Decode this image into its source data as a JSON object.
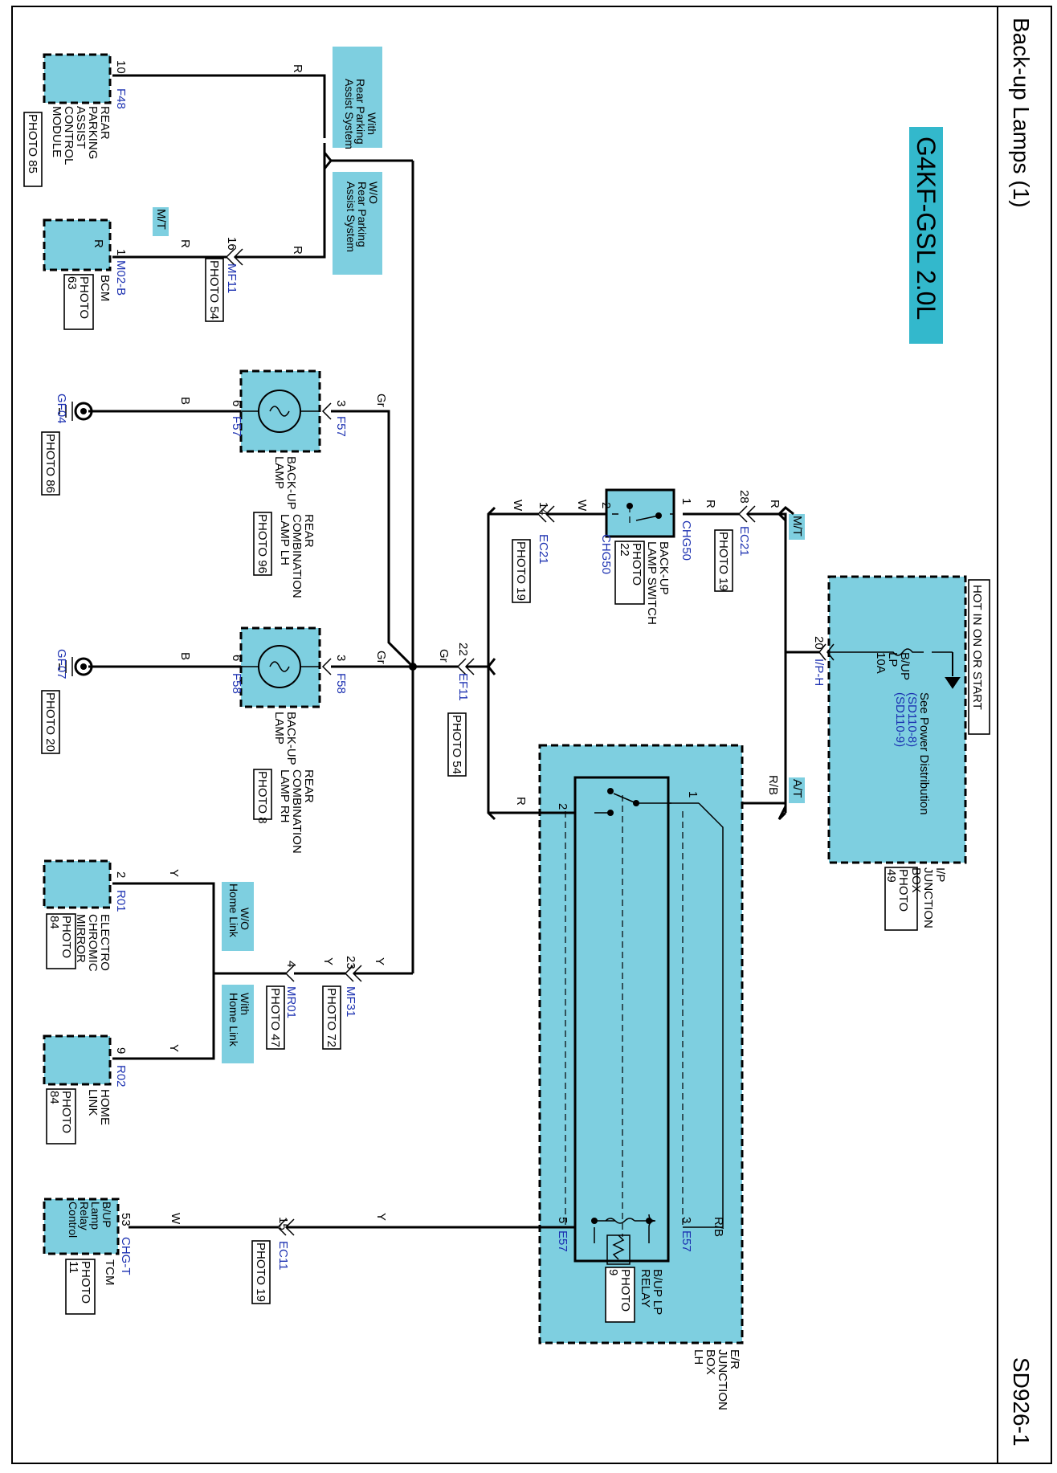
{
  "header": {
    "title": "Back-up Lamps (1)",
    "page_code": "SD926-1",
    "engine_badge": "G4KF-GSL 2.0L"
  },
  "labels": {
    "hot": "HOT IN ON OR START",
    "see_power": "See Power Distribution",
    "sd110_8": "(SD110-8)",
    "sd110_9": "(SD110-9)",
    "fuse_bup": "B/UP",
    "fuse_lp": "LP",
    "fuse_amp": "10A",
    "ip_jbox": [
      "I/P",
      "JUNCTION",
      "BOX"
    ],
    "er_jbox": [
      "E/R",
      "JUNCTION",
      "BOX",
      "LH"
    ],
    "relay_name": [
      "B/UP LP",
      "RELAY"
    ],
    "bu_switch": [
      "BACK-UP",
      "LAMP SWITCH"
    ],
    "backup_lamp": [
      "BACK-UP",
      "LAMP"
    ],
    "rcl_lh": [
      "REAR",
      "COMBINATION",
      "LAMP LH"
    ],
    "rcl_rh": [
      "REAR",
      "COMBINATION",
      "LAMP RH"
    ],
    "rpa": [
      "REAR",
      "PARKING",
      "ASSIST",
      "CONTROL",
      "MODULE"
    ],
    "bcm": "BCM",
    "bcm_pin": "R",
    "ecm": [
      "ELECTRO",
      "CHROMIC",
      "MIRROR"
    ],
    "homelink": [
      "HOME",
      "LINK"
    ],
    "tcm": "TCM",
    "tcm_inner": [
      "B/UP",
      "Lamp",
      "Relay",
      "Control"
    ],
    "cond_with_rpa": [
      "With",
      "Rear Parking",
      "Assist System"
    ],
    "cond_wo_rpa": [
      "W/O",
      "Rear Parking",
      "Assist System"
    ],
    "cond_wo_hl": [
      "W/O",
      "Home Link"
    ],
    "cond_with_hl": [
      "With",
      "Home Link"
    ],
    "cond_mt": "M/T",
    "cond_at": "A/T",
    "cond_mt_bcm": "M/T"
  },
  "photos": {
    "ip": [
      "PHOTO",
      "49"
    ],
    "sw": [
      "PHOTO",
      "22"
    ],
    "relay": [
      "PHOTO",
      "9"
    ],
    "ec21a": "PHOTO 19",
    "ec21b": "PHOTO 19",
    "ef11": "PHOTO 54",
    "mf11": "PHOTO 54",
    "mf31": "PHOTO 72",
    "mr01": "PHOTO 47",
    "ec11": "PHOTO 19",
    "rcl_lh": "PHOTO 96",
    "rcl_rh": "PHOTO 8",
    "gf04": "PHOTO 86",
    "gf07": "PHOTO 20",
    "rpa": "PHOTO 85",
    "bcm": [
      "PHOTO",
      "63"
    ],
    "ecm": [
      "PHOTO",
      "84"
    ],
    "hl": [
      "PHOTO",
      "84"
    ],
    "tcm": [
      "PHOTO",
      "11"
    ]
  },
  "connectors": {
    "iph": "I/P-H",
    "ec21": "EC21",
    "chg50": "CHG50",
    "ef11": "EF11",
    "e57": "E57",
    "f57": "F57",
    "f58": "F58",
    "gf04": "GF04",
    "gf07": "GF07",
    "mf31": "MF31",
    "mr01": "MR01",
    "mf11": "MF11",
    "m02b": "M02-B",
    "f48": "F48",
    "r01": "R01",
    "r02": "R02",
    "ec11": "EC11",
    "chgt": "CHG-T"
  },
  "pins": {
    "p20": "20",
    "p28": "28",
    "p1": "1",
    "p2": "2",
    "p14": "14",
    "p22": "22",
    "p3": "3",
    "p5": "5",
    "p6": "6",
    "p23": "23",
    "p4": "4",
    "p16": "16",
    "p10": "10",
    "p9": "9",
    "p15": "15",
    "p53": "53"
  },
  "wires": {
    "R": "R",
    "W": "W",
    "Gr": "Gr",
    "B": "B",
    "Y": "Y",
    "RB": "R/B"
  },
  "colors": {
    "component_fill": "#7ecfe0",
    "connector_text": "#1a2fb0",
    "wire": "#000000"
  }
}
